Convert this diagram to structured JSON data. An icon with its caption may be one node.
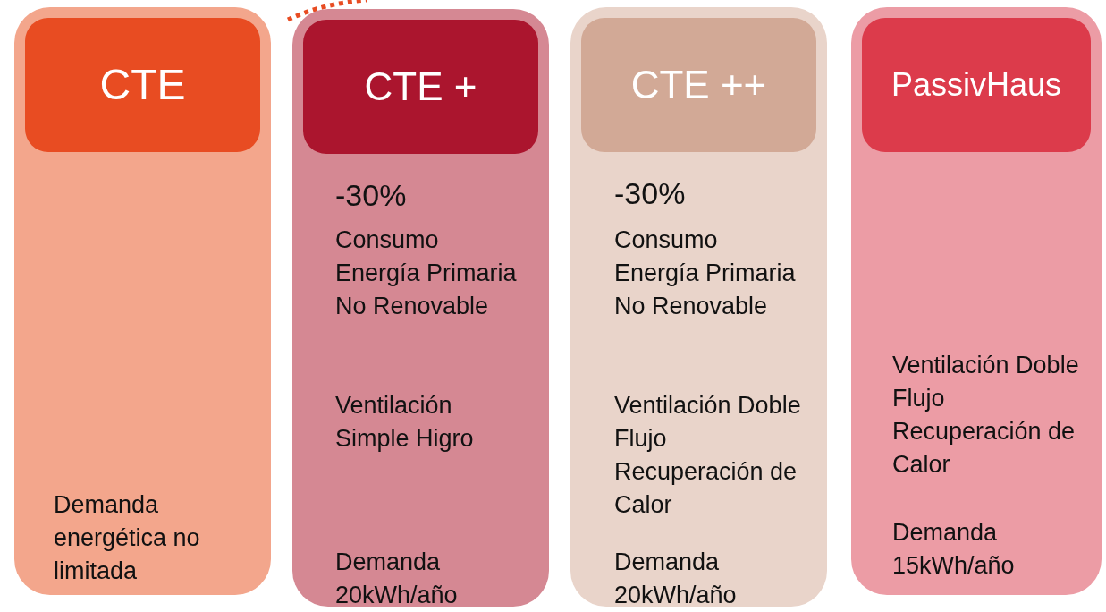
{
  "diagram": {
    "nodes": [
      {
        "text": [
          "Demanda energética no limitada"
        ]
      },
      {
        "text": [
          "CTE"
        ],
        "in": 0
      },
      {
        "text": [
          "-30%",
          "Consumo Energía Primaria No Renovable",
          "Ventilación Simple Higro",
          "Demanda 20kWh/año"
        ]
      },
      {
        "text": [
          "CTE +"
        ],
        "in": 2
      },
      {
        "text": [
          "-30%",
          "Consumo Energía Primaria No Renovable",
          "Ventilación Doble Flujo Recuperación de Calor",
          "Demanda 20kWh/año"
        ]
      },
      {
        "text": [
          "CTE ++"
        ],
        "in": 4
      },
      {
        "text": [
          "Ventilación Doble Flujo Recuperación de Calor",
          "Demanda 15kWh/año"
        ]
      },
      {
        "text": [
          "PassivHaus"
        ],
        "in": 6
      }
    ]
  }
}
